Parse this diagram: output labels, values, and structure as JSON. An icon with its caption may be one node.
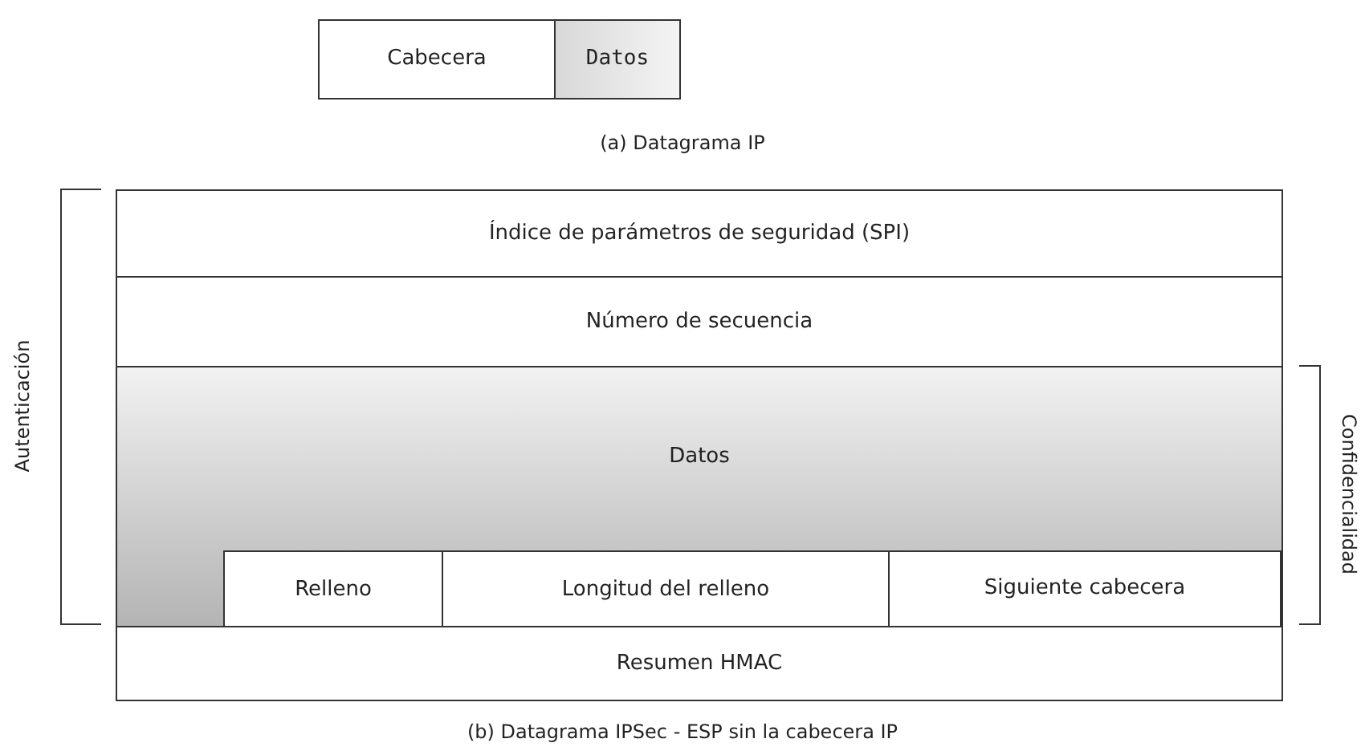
{
  "diagram": {
    "nodes": [
      {
        "text": [
          "Cabecera"
        ]
      },
      {
        "text": [
          "Datos"
        ]
      },
      {
        "text": [
          "Índice de parámetros de seguridad (SPI)"
        ]
      },
      {
        "text": [
          "Número de secuencia"
        ]
      },
      {
        "text": [
          "Datos"
        ]
      },
      {
        "text": [
          "Relleno"
        ],
        "in": 4
      },
      {
        "text": [
          "Longitud del relleno"
        ],
        "in": 4
      },
      {
        "text": [
          "Siguiente cabecera"
        ],
        "in": 4
      },
      {
        "text": [
          "Resumen HMAC"
        ]
      }
    ],
    "labels": [
      "(a) Datagrama IP",
      "Autenticación",
      "Confidencialidad",
      "(b) Datagrama IPSec - ESP sin la cabecera IP"
    ]
  }
}
